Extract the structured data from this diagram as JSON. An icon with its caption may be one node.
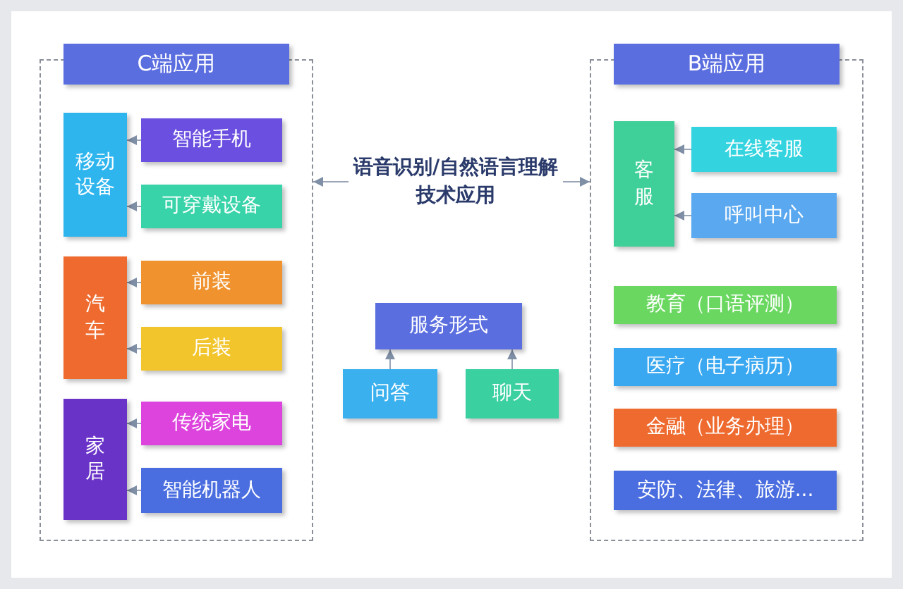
{
  "diagram": {
    "nodes": [
      {
        "text": [
          "C端应用"
        ]
      },
      {
        "text": [
          "移动设备"
        ],
        "in": 0
      },
      {
        "text": [
          "智能手机"
        ],
        "in": 0
      },
      {
        "text": [
          "可穿戴设备"
        ],
        "in": 0
      },
      {
        "text": [
          "汽车"
        ],
        "in": 0
      },
      {
        "text": [
          "前装"
        ],
        "in": 0
      },
      {
        "text": [
          "后装"
        ],
        "in": 0
      },
      {
        "text": [
          "家居"
        ],
        "in": 0
      },
      {
        "text": [
          "传统家电"
        ],
        "in": 0
      },
      {
        "text": [
          "智能机器人"
        ],
        "in": 0
      },
      {
        "text": [
          "语音识别/自然语言理解技术应用"
        ]
      },
      {
        "text": [
          "B端应用"
        ]
      },
      {
        "text": [
          "客服"
        ],
        "in": 11
      },
      {
        "text": [
          "在线客服"
        ],
        "in": 11
      },
      {
        "text": [
          "呼叫中心"
        ],
        "in": 11
      },
      {
        "text": [
          "教育（口语评测）"
        ],
        "in": 11
      },
      {
        "text": [
          "医疗（电子病历）"
        ],
        "in": 11
      },
      {
        "text": [
          "金融（业务办理）"
        ],
        "in": 11
      },
      {
        "text": [
          "安防、法律、旅游..."
        ],
        "in": 11
      },
      {
        "text": [
          "服务形式"
        ]
      },
      {
        "text": [
          "问答"
        ]
      },
      {
        "text": [
          "聊天"
        ]
      }
    ],
    "edges": [
      {
        "from": 2,
        "to": 1,
        "arrow": "to"
      },
      {
        "from": 3,
        "to": 1,
        "arrow": "to"
      },
      {
        "from": 5,
        "to": 4,
        "arrow": "to"
      },
      {
        "from": 6,
        "to": 4,
        "arrow": "to"
      },
      {
        "from": 8,
        "to": 7,
        "arrow": "to"
      },
      {
        "from": 9,
        "to": 7,
        "arrow": "to"
      },
      {
        "from": 10,
        "to": 0,
        "arrow": "to"
      },
      {
        "from": 10,
        "to": 11,
        "arrow": "to"
      },
      {
        "from": 13,
        "to": 12,
        "arrow": "to"
      },
      {
        "from": 14,
        "to": 12,
        "arrow": "to"
      },
      {
        "from": 20,
        "to": 19,
        "arrow": "to"
      },
      {
        "from": 21,
        "to": 19,
        "arrow": "to"
      }
    ]
  }
}
